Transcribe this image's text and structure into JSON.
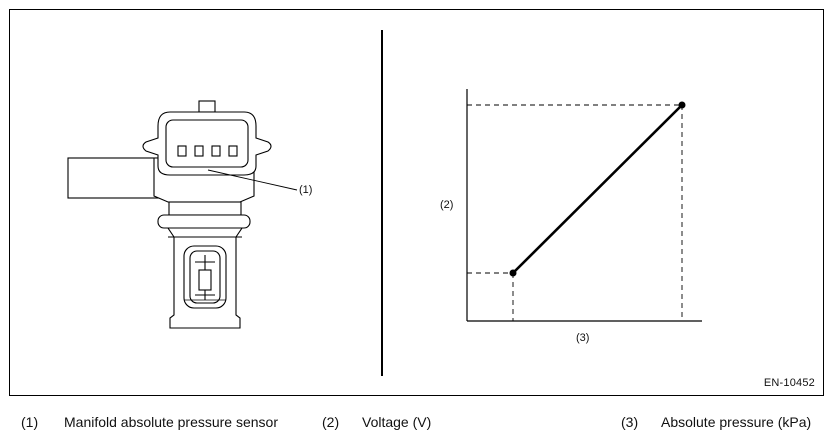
{
  "figure": {
    "id_label": "EN-10452",
    "sensor_callout": "(1)",
    "graph": {
      "y_callout": "(2)",
      "x_callout": "(3)"
    }
  },
  "legend": [
    {
      "num": "(1)",
      "text": "Manifold absolute pressure sensor"
    },
    {
      "num": "(2)",
      "text": "Voltage (V)"
    },
    {
      "num": "(3)",
      "text": "Absolute pressure (kPa)"
    }
  ],
  "colors": {
    "line": "#000000",
    "background": "#ffffff"
  }
}
